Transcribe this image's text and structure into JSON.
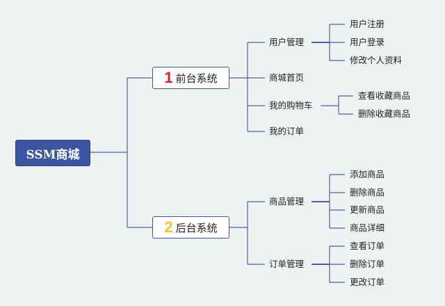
{
  "root": {
    "label": "SSM商城"
  },
  "colors": {
    "line": "#4a5fa6",
    "root_fill": "#3b55a0",
    "num1": "#d61f2b",
    "num2": "#f2c230"
  },
  "front": {
    "number": "1",
    "label": "前台系统",
    "children": {
      "user_mgmt": {
        "label": "用户管理",
        "items": [
          "用户注册",
          "用户登录",
          "修改个人资料"
        ]
      },
      "home": {
        "label": "商城首页"
      },
      "cart": {
        "label": "我的购物车",
        "items": [
          "查看收藏商品",
          "删除收藏商品"
        ]
      },
      "orders": {
        "label": "我的订单"
      }
    }
  },
  "back": {
    "number": "2",
    "label": "后台系统",
    "children": {
      "goods_mgmt": {
        "label": "商品管理",
        "items": [
          "添加商品",
          "删除商品",
          "更新商品",
          "商品详细"
        ]
      },
      "order_mgmt": {
        "label": "订单管理",
        "items": [
          "查看订单",
          "删除订单",
          "更改订单"
        ]
      }
    }
  }
}
